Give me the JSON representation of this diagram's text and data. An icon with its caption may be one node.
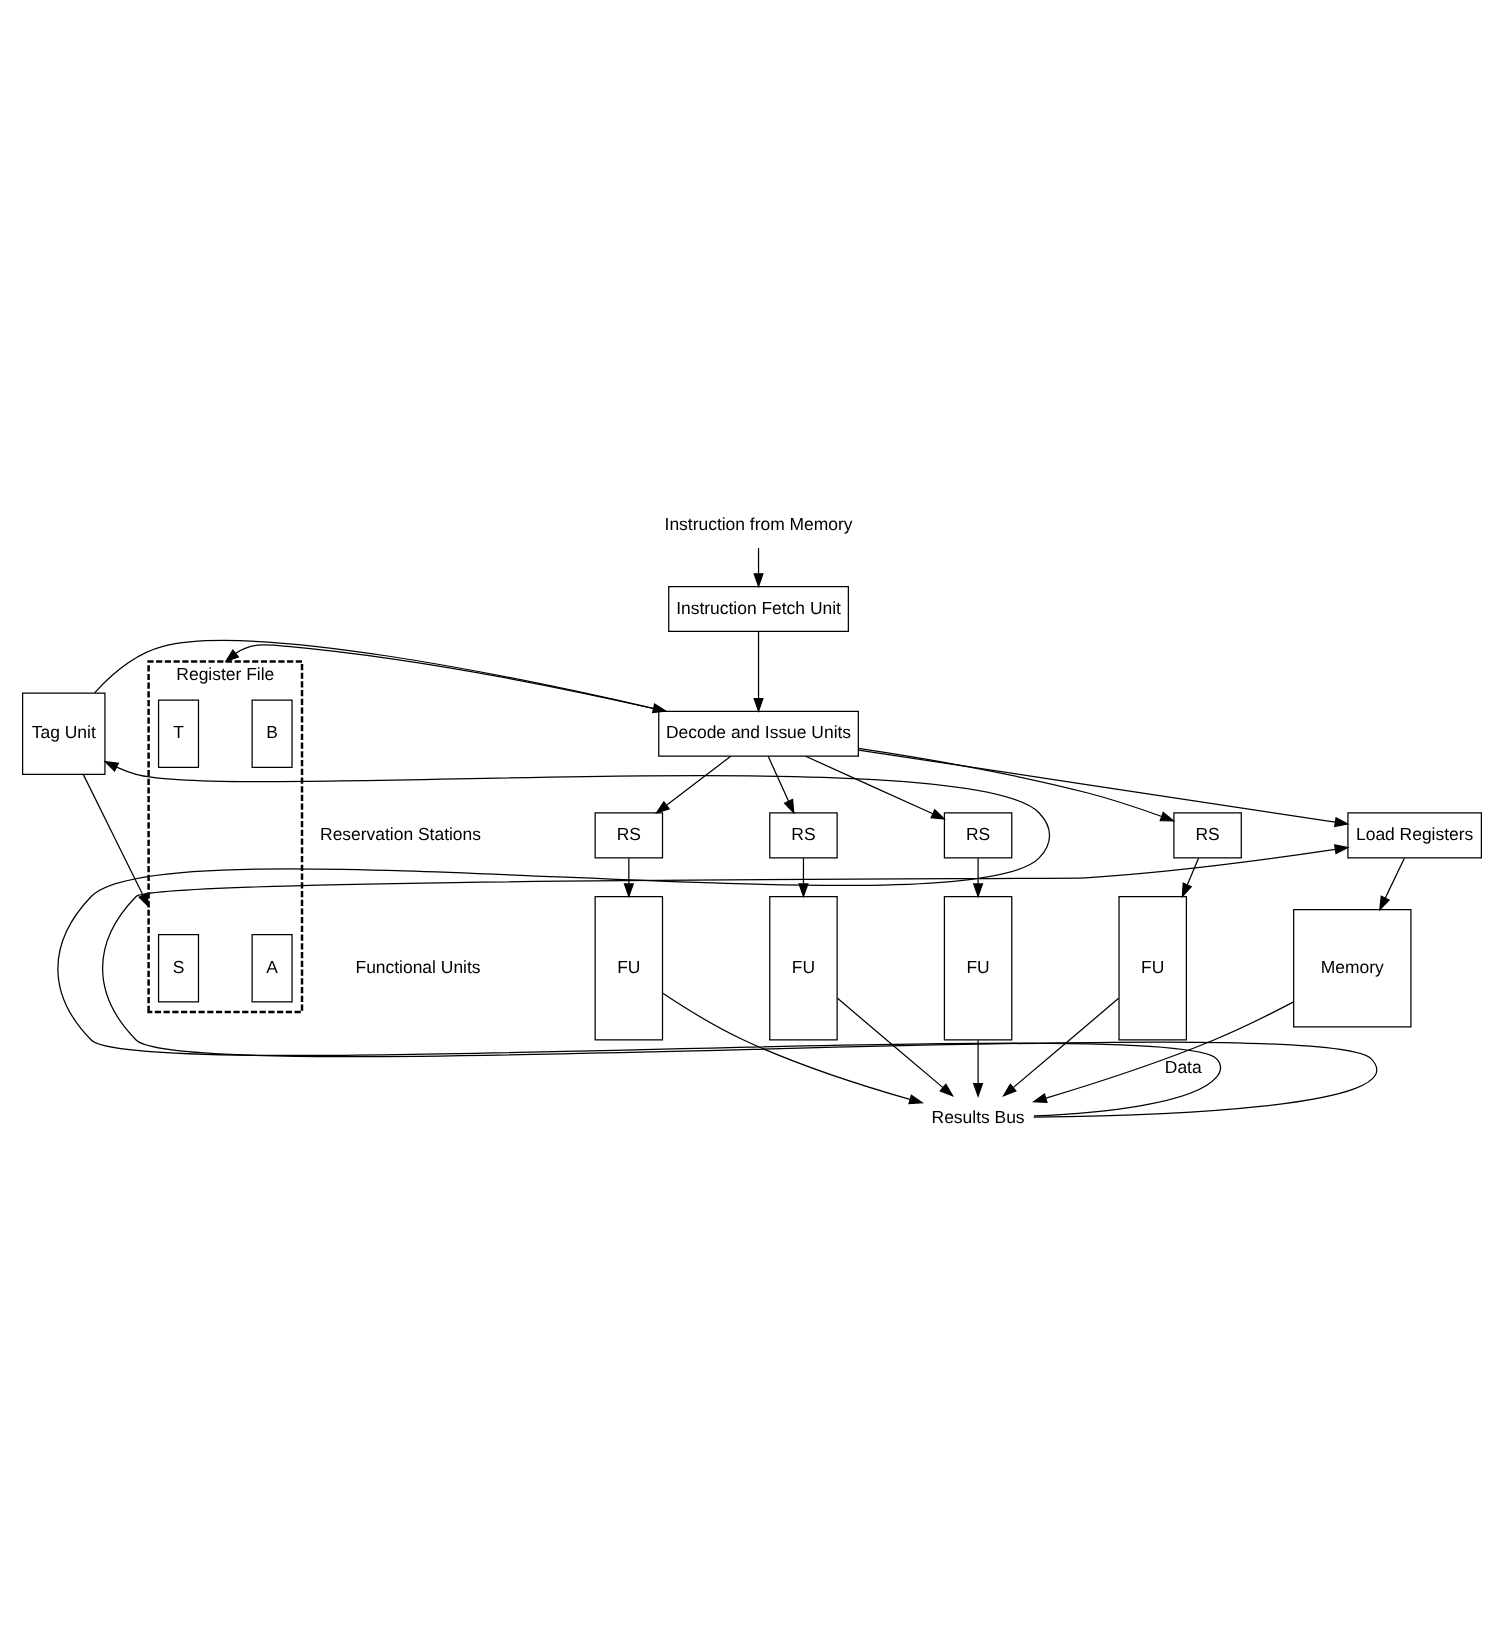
{
  "diagram": {
    "nodes": [
      {
        "text": [
          "Instruction from Memory"
        ]
      },
      {
        "text": [
          "Instruction Fetch Unit"
        ]
      },
      {
        "text": [
          "Tag Unit"
        ]
      },
      {
        "text": [
          "Decode and Issue Units"
        ]
      },
      {
        "text": [
          "Register File"
        ]
      },
      {
        "text": [
          "B"
        ],
        "in": 4
      },
      {
        "text": [
          "T"
        ],
        "in": 4
      },
      {
        "text": [
          "A"
        ],
        "in": 4
      },
      {
        "text": [
          "S"
        ],
        "in": 4
      },
      {
        "text": [
          "RS"
        ]
      },
      {
        "text": [
          "RS"
        ]
      },
      {
        "text": [
          "RS"
        ]
      },
      {
        "text": [
          "RS"
        ]
      },
      {
        "text": [
          "Load Registers"
        ]
      },
      {
        "text": [
          "FU"
        ]
      },
      {
        "text": [
          "FU"
        ]
      },
      {
        "text": [
          "FU"
        ]
      },
      {
        "text": [
          "FU"
        ]
      },
      {
        "text": [
          "Memory"
        ]
      },
      {
        "text": [
          "Results Bus"
        ]
      }
    ],
    "edges": [
      {
        "from": 0,
        "to": 1,
        "arrow": "to"
      },
      {
        "from": 1,
        "to": 3,
        "arrow": "to"
      },
      {
        "from": 2,
        "to": 3,
        "arrow": "to"
      },
      {
        "from": 3,
        "to": 4,
        "arrow": "to"
      },
      {
        "from": 2,
        "to": 4,
        "arrow": "to"
      },
      {
        "from": 3,
        "to": 9,
        "arrow": "to"
      },
      {
        "from": 3,
        "to": 10,
        "arrow": "to"
      },
      {
        "from": 3,
        "to": 11,
        "arrow": "to"
      },
      {
        "from": 3,
        "to": 12,
        "arrow": "to"
      },
      {
        "from": 3,
        "to": 13,
        "arrow": "to"
      },
      {
        "from": 9,
        "to": 14,
        "arrow": "to"
      },
      {
        "from": 10,
        "to": 15,
        "arrow": "to"
      },
      {
        "from": 11,
        "to": 16,
        "arrow": "to"
      },
      {
        "from": 12,
        "to": 17,
        "arrow": "to"
      },
      {
        "from": 13,
        "to": 18,
        "arrow": "to"
      },
      {
        "from": 14,
        "to": 19,
        "arrow": "to"
      },
      {
        "from": 15,
        "to": 19,
        "arrow": "to"
      },
      {
        "from": 16,
        "to": 19,
        "arrow": "to"
      },
      {
        "from": 17,
        "to": 19,
        "arrow": "to"
      },
      {
        "from": 18,
        "to": 19,
        "arrow": "to",
        "label": "Data"
      },
      {
        "from": 19,
        "to": 2,
        "arrow": "to"
      },
      {
        "from": 19,
        "to": 13,
        "arrow": "to"
      }
    ],
    "labels": [
      "Reservation Stations",
      "Functional Units"
    ]
  }
}
